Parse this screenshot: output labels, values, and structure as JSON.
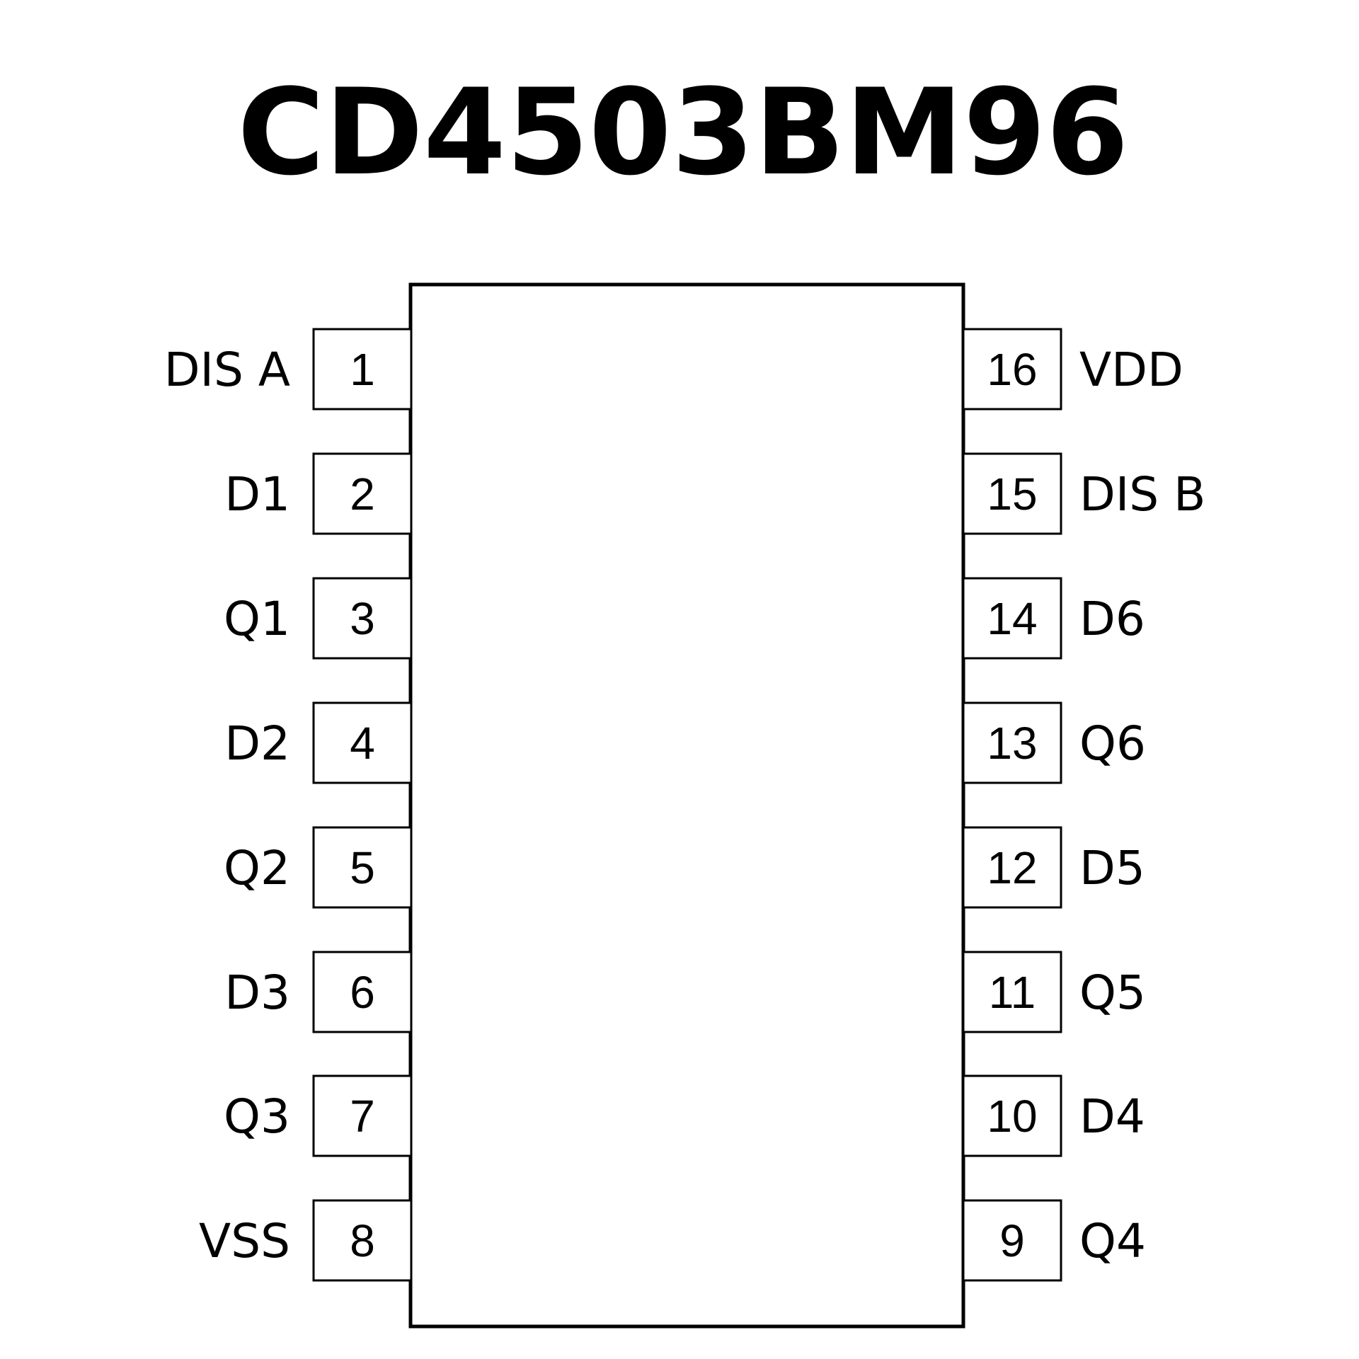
{
  "title": "CD4503BM96",
  "pins_left": [
    {
      "number": "1",
      "name": "DIS A"
    },
    {
      "number": "2",
      "name": "D1"
    },
    {
      "number": "3",
      "name": "Q1"
    },
    {
      "number": "4",
      "name": "D2"
    },
    {
      "number": "5",
      "name": "Q2"
    },
    {
      "number": "6",
      "name": "D3"
    },
    {
      "number": "7",
      "name": "Q3"
    },
    {
      "number": "8",
      "name": "VSS"
    }
  ],
  "pins_right": [
    {
      "number": "16",
      "name": "VDD"
    },
    {
      "number": "15",
      "name": "DIS B"
    },
    {
      "number": "14",
      "name": "D6"
    },
    {
      "number": "13",
      "name": "Q6"
    },
    {
      "number": "12",
      "name": "D5"
    },
    {
      "number": "11",
      "name": "Q5"
    },
    {
      "number": "10",
      "name": "D4"
    },
    {
      "number": "9",
      "name": "Q4"
    }
  ]
}
